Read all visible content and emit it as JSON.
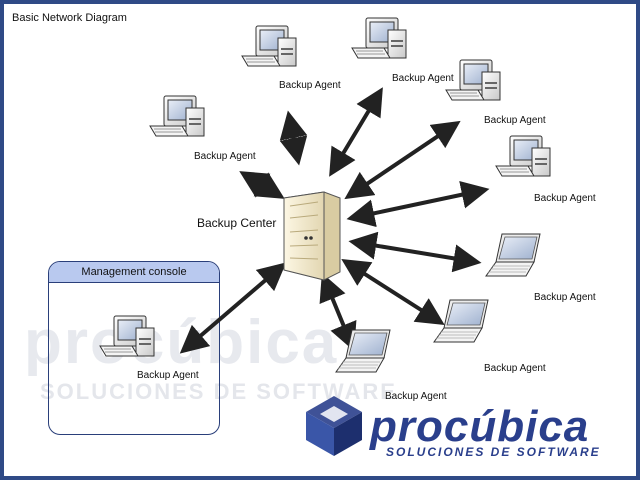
{
  "diagram": {
    "title": "Basic Network Diagram",
    "center_label": "Backup Center",
    "management_console_label": "Management console",
    "agent_label": "Backup Agent"
  },
  "watermark": {
    "text": "procúbica",
    "subtitle": "SOLUCIONES DE SOFTWARE"
  },
  "logo": {
    "text": "procúbica",
    "subtitle": "SOLUCIONES DE SOFTWARE"
  },
  "colors": {
    "frame": "#2f4a86",
    "console_header": "#b9c9ef",
    "logo": "#2a3f8c"
  }
}
